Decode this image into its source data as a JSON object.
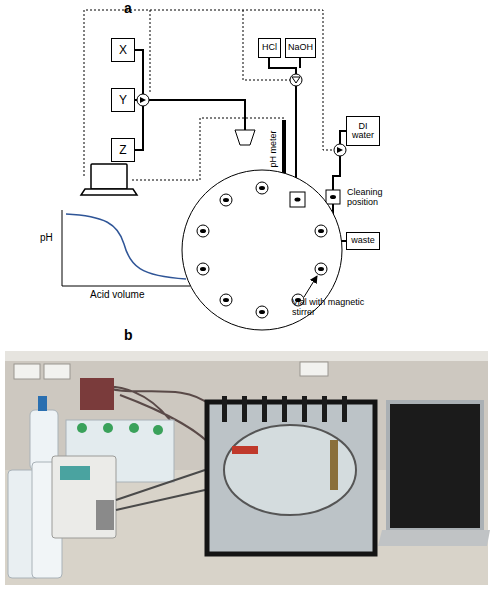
{
  "diagram": {
    "nodes": [
      {
        "text": [
          "X"
        ]
      },
      {
        "text": [
          "Y"
        ]
      },
      {
        "text": [
          "Z"
        ]
      },
      {
        "text": [
          "HCl"
        ]
      },
      {
        "text": [
          "NaOH"
        ]
      },
      {
        "text": [
          "DI water"
        ]
      },
      {
        "text": [
          "waste"
        ]
      }
    ],
    "labels": [
      "a",
      "pH meter",
      "Cleaning position",
      "Vial with magnetic stirrer",
      "pH",
      "Acid volume",
      "b"
    ]
  }
}
